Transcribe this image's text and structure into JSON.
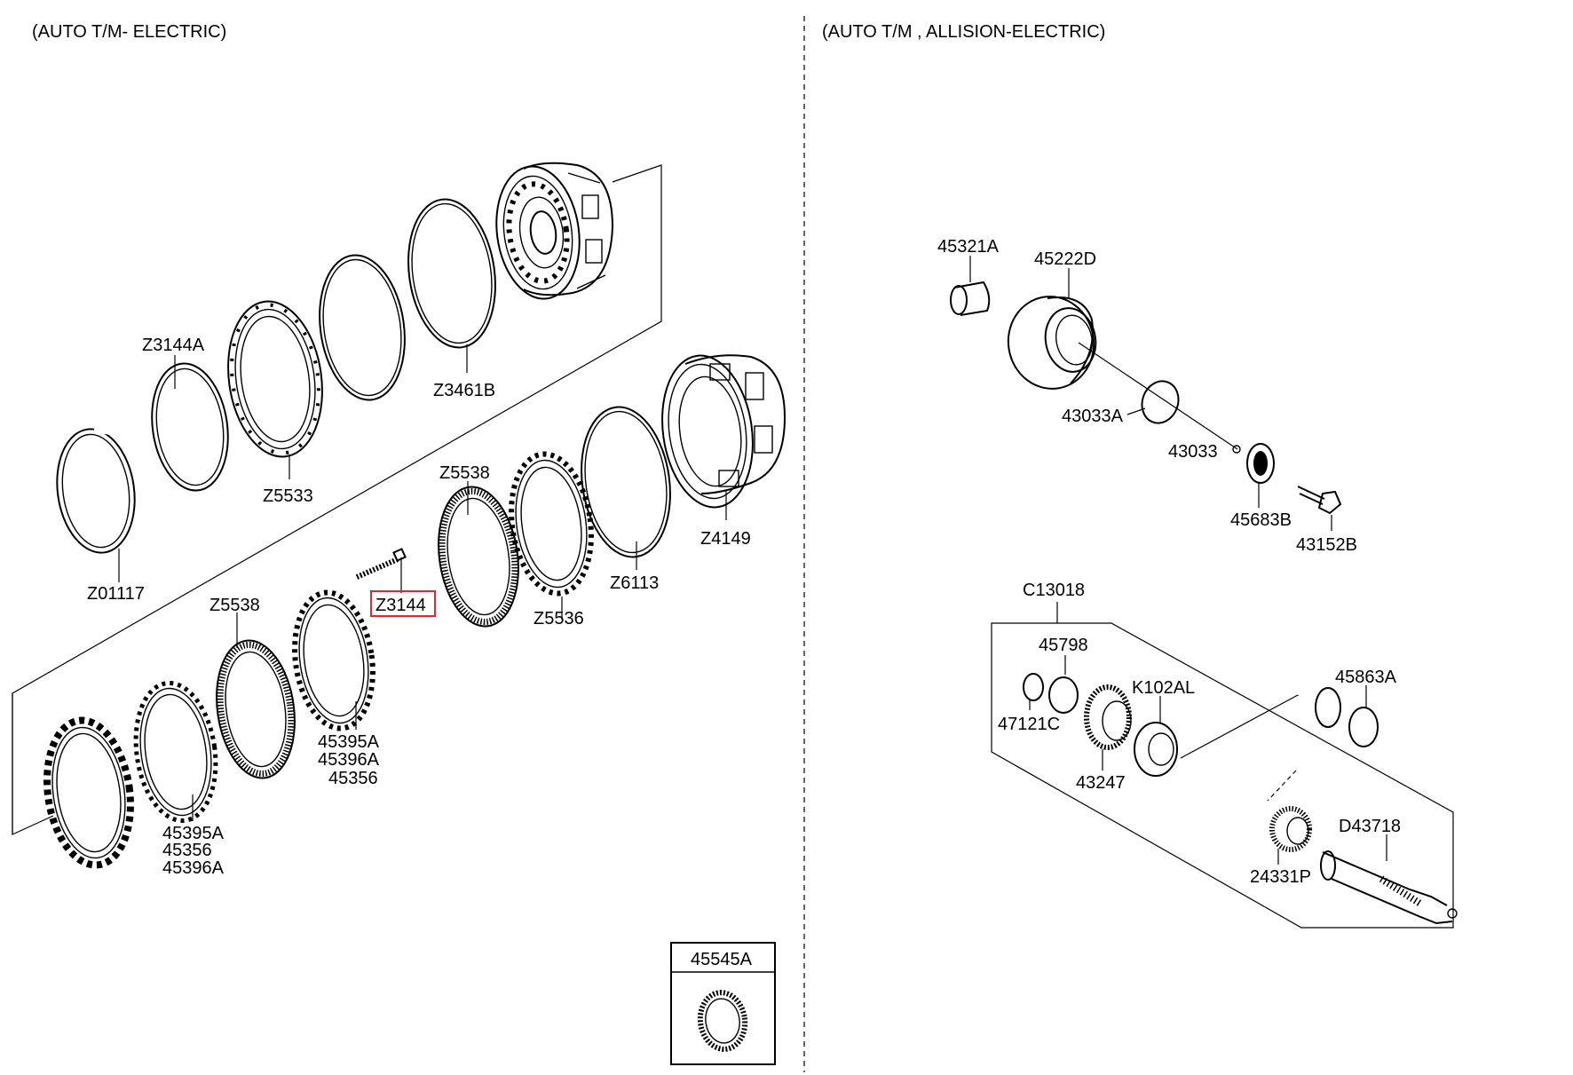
{
  "headers": {
    "left": "(AUTO T/M- ELECTRIC)",
    "right": "(AUTO T/M , ALLISION-ELECTRIC)"
  },
  "highlight_color": "#e8232a",
  "left_parts": {
    "z01117": "Z01117",
    "z3144a": "Z3144A",
    "z5533": "Z5533",
    "z3461b": "Z3461B",
    "z5538_upper": "Z5538",
    "z5536": "Z5536",
    "z6113": "Z6113",
    "z4149": "Z4149",
    "z3144": "Z3144",
    "z5538_lower": "Z5538",
    "group_a": [
      "45395A",
      "45396A",
      "45356"
    ],
    "group_b": [
      "45395A",
      "45356",
      "45396A"
    ],
    "box_45545a": "45545A"
  },
  "right_parts": {
    "p45321a": "45321A",
    "p45222d": "45222D",
    "p43033a": "43033A",
    "p43033": "43033",
    "p45683b": "45683B",
    "p43152b": "43152B",
    "c13018": "C13018",
    "p45798": "45798",
    "p47121c": "47121C",
    "k102al": "K102AL",
    "p43247": "43247",
    "p45863a": "45863A",
    "d43718": "D43718",
    "p24331p": "24331P"
  }
}
